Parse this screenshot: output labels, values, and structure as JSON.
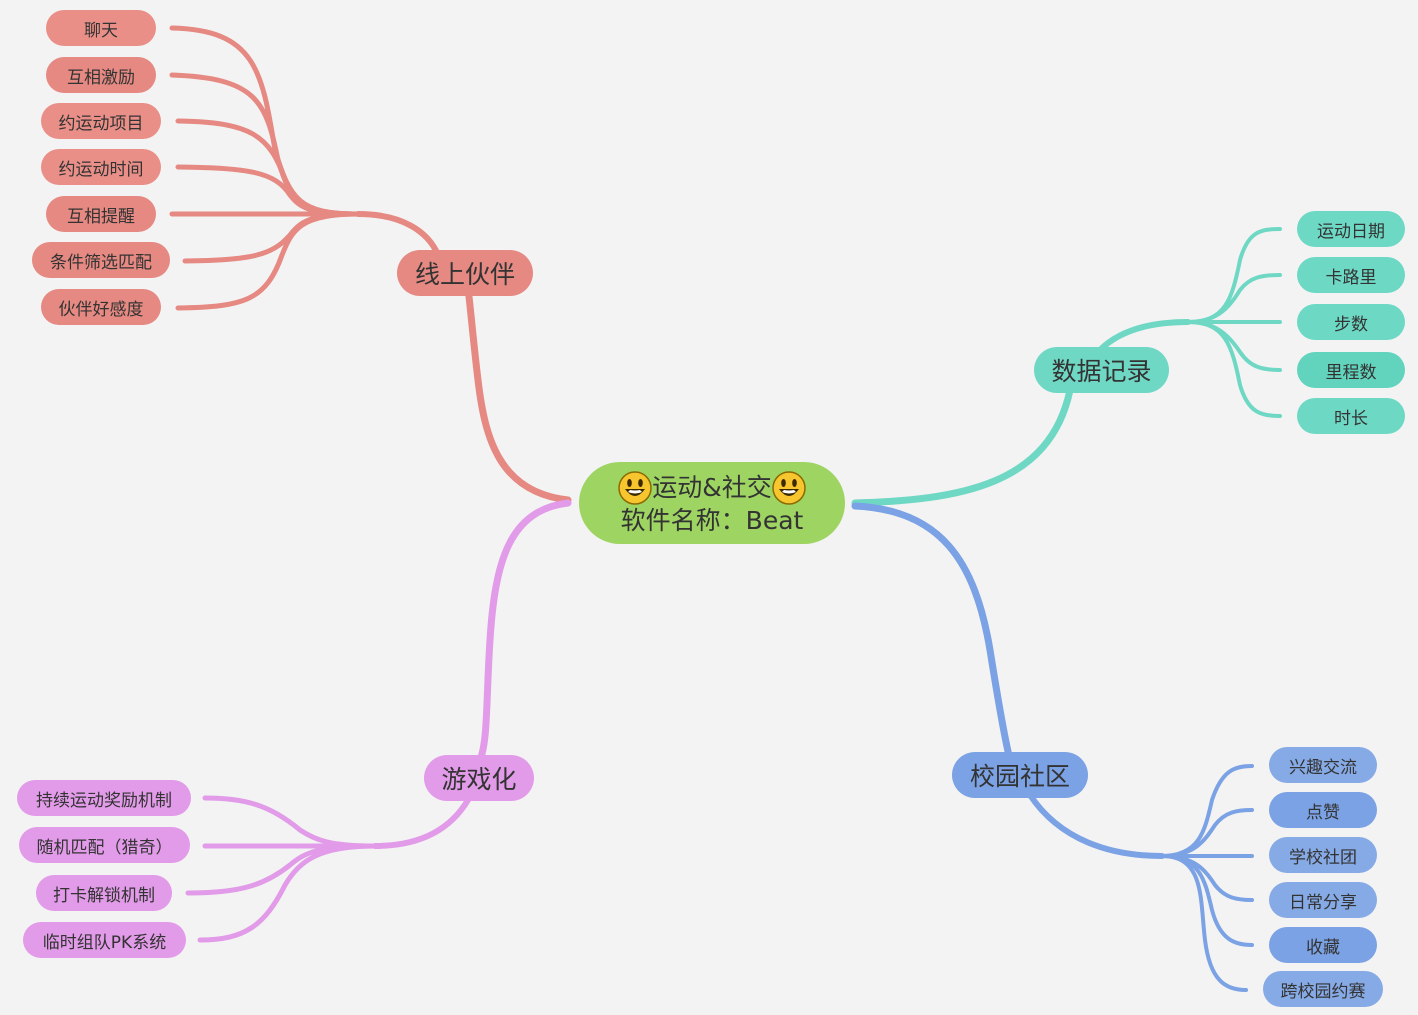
{
  "root": {
    "line1": "运动&社交",
    "line2": "软件名称：Beat",
    "icon": "smiley-emoji-icon"
  },
  "branches": {
    "partner": {
      "label": "线上伙伴",
      "color": "#e58982",
      "items": [
        "聊天",
        "互相激励",
        "约运动项目",
        "约运动时间",
        "互相提醒",
        "条件筛选匹配",
        "伙伴好感度"
      ]
    },
    "data": {
      "label": "数据记录",
      "color": "#6fd8c4",
      "items": [
        "运动日期",
        "卡路里",
        "步数",
        "里程数",
        "时长"
      ]
    },
    "campus": {
      "label": "校园社区",
      "color": "#7ba2e4",
      "items": [
        "兴趣交流",
        "点赞",
        "学校社团",
        "日常分享",
        "收藏",
        "跨校园约赛"
      ]
    },
    "game": {
      "label": "游戏化",
      "color": "#e29be8",
      "items": [
        "持续运动奖励机制",
        "随机匹配（猎奇）",
        "打卡解锁机制",
        "临时组队PK系统"
      ]
    }
  }
}
